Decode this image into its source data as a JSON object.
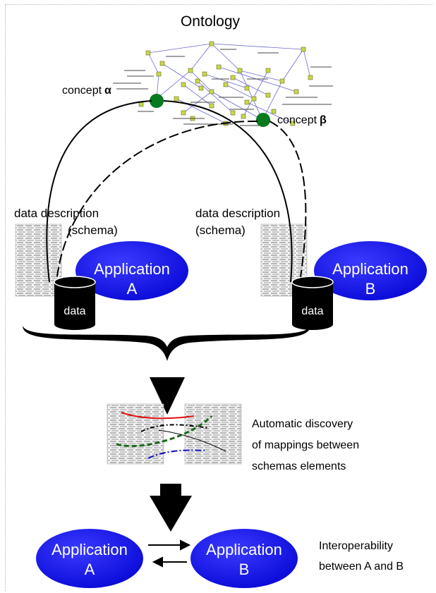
{
  "ontology": {
    "title": "Ontology",
    "concept_alpha_prefix": "concept",
    "concept_alpha_symbol": "α",
    "concept_beta_prefix": "concept",
    "concept_beta_symbol": "β"
  },
  "left_source": {
    "description_line1": "data description",
    "description_line2": "(schema)",
    "app_line1": "Application",
    "app_line2": "A",
    "db_label": "data"
  },
  "right_source": {
    "description_line1": "data description",
    "description_line2": "(schema)",
    "app_line1": "Application",
    "app_line2": "B",
    "db_label": "data"
  },
  "mapping_caption": {
    "line1": "Automatic discovery",
    "line2": "of mappings between",
    "line3": "schemas elements"
  },
  "bottom": {
    "app_a_line1": "Application",
    "app_a_line2": "A",
    "app_b_line1": "Application",
    "app_b_line2": "B",
    "caption_line1": "Interoperability",
    "caption_line2": "between A and B"
  },
  "colors": {
    "application_fill": "#1010e0",
    "concept_node": "#0a7a1e",
    "ontology_node": "#c8d84a",
    "mapping_red": "#e01010",
    "mapping_green": "#1a6a1a",
    "mapping_blue": "#1010c0"
  }
}
